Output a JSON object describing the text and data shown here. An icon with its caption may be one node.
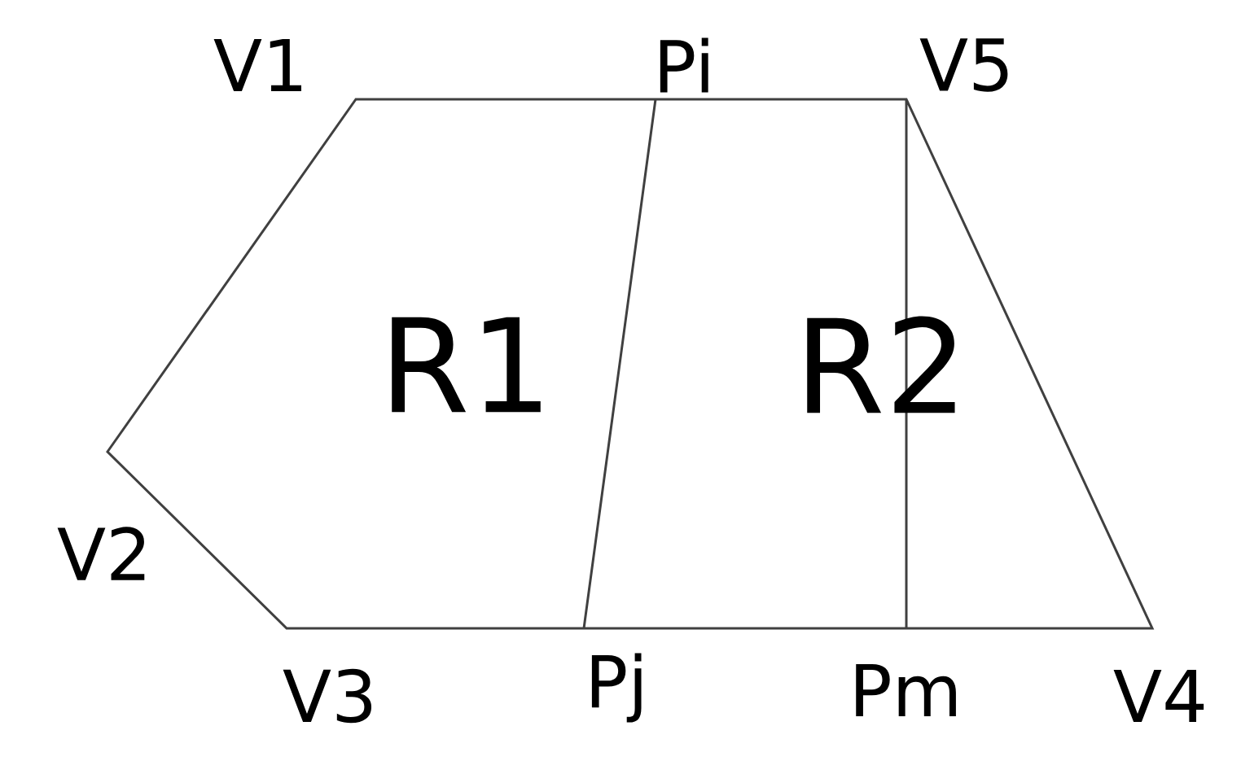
{
  "diagram": {
    "labels": [
      "V1",
      "Pi",
      "V5",
      "R1",
      "R2",
      "V2",
      "V3",
      "Pj",
      "Pm",
      "V4"
    ]
  }
}
